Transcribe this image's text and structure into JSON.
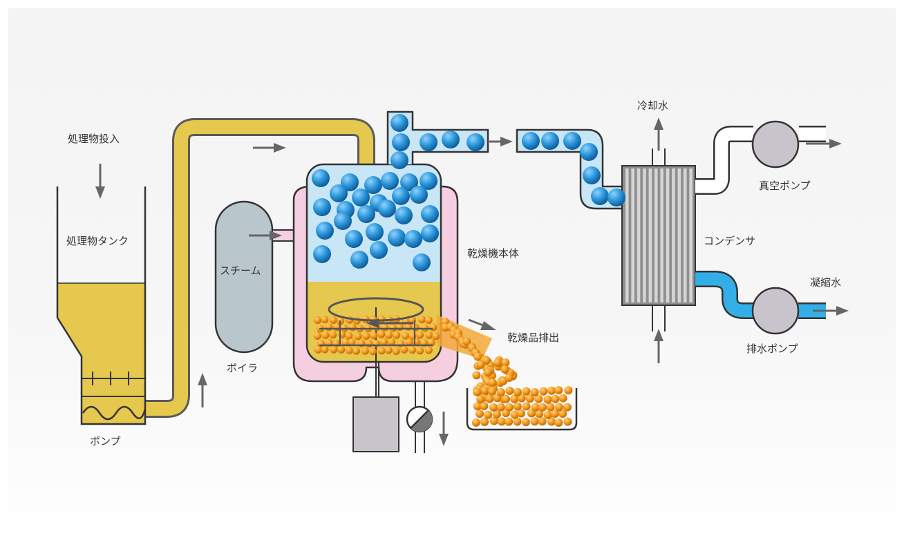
{
  "colors": {
    "slurry": "#e5c84d",
    "pipe_outline": "#5a5a5a",
    "vapor_fill": "#c9e6f7",
    "vapor_ball": "#2b95d9",
    "jacket": "#f5cfdf",
    "product_ball": "#f39a1e",
    "boiler": "#b9c6cb",
    "pump": "#c9c3cc",
    "condensate": "#33aee6",
    "arrow": "#666666"
  },
  "labels": {
    "feed": "処理物投入",
    "tank": "処理物タンク",
    "pump": "ポンプ",
    "steam": "スチーム",
    "boiler": "ボイラ",
    "dryer": "乾燥機本体",
    "discharge": "乾燥品排出",
    "cooling_water": "冷却水",
    "condenser": "コンデンサ",
    "vacuum_pump": "真空ポンプ",
    "condensed_water": "凝縮水",
    "drain_pump": "排水ポンプ"
  }
}
